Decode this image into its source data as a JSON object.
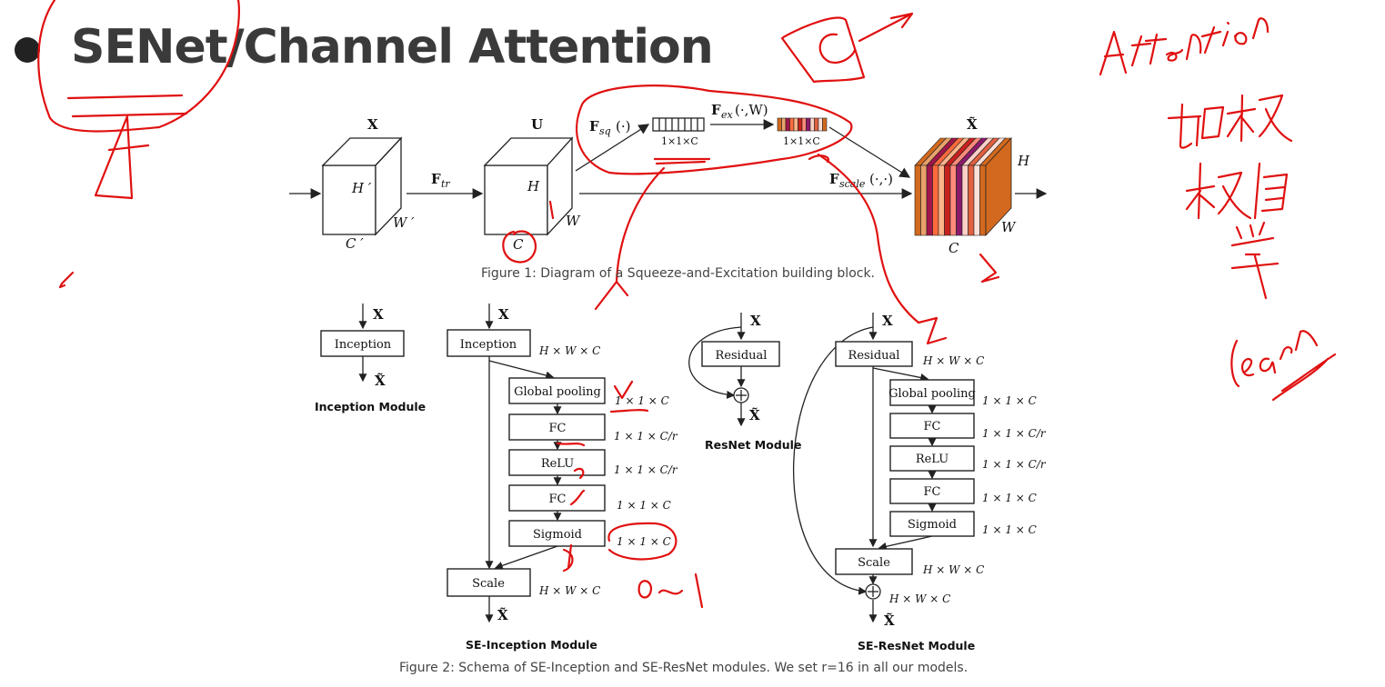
{
  "slide": {
    "bullet": "●",
    "title": "SENet/Channel Attention"
  },
  "figure1": {
    "caption": "Figure 1: Diagram of a Squeeze-and-Excitation building block.",
    "labels": {
      "x": "X",
      "u": "U",
      "x_tilde": "X̃",
      "h_prime": "H ′",
      "w_prime": "W ′",
      "c_prime": "C ′",
      "h": "H",
      "w": "W",
      "c": "C",
      "f_tr": "F",
      "f_tr_sub": "tr",
      "f_sq": "F",
      "f_sq_sub": "sq",
      "f_sq_args": "(·)",
      "f_ex": "F",
      "f_ex_sub": "ex",
      "f_ex_args": "(·,W)",
      "f_scale": "F",
      "f_scale_sub": "scale",
      "f_scale_args": "(·,·)",
      "vec_dim_1": "1×1×C",
      "vec_dim_2": "1×1×C"
    },
    "channel_colors": [
      "#d2691e",
      "#e8a26a",
      "#a0154a",
      "#ff6a3d",
      "#ffb48a",
      "#c8211d",
      "#ff8c7a",
      "#8b1a6b",
      "#ffd0c8",
      "#e06040",
      "#ffe0d8",
      "#d2691e"
    ]
  },
  "figure2": {
    "caption": "Figure 2: Schema of SE-Inception and SE-ResNet modules. We set r=16 in all our models.",
    "inception_module": {
      "label": "Inception Module",
      "block": "Inception",
      "in": "X",
      "out": "X̃"
    },
    "se_inception": {
      "label": "SE-Inception Module",
      "in": "X",
      "out": "X̃",
      "blocks": [
        "Inception",
        "Global pooling",
        "FC",
        "ReLU",
        "FC",
        "Sigmoid",
        "Scale"
      ],
      "dims": [
        "H × W × C",
        "1 × 1 × C",
        "1 × 1 × C/r",
        "1 × 1 × C/r",
        "1 × 1 × C",
        "1 × 1 × C",
        "H × W × C"
      ]
    },
    "resnet_module": {
      "label": "ResNet Module",
      "block": "Residual",
      "in": "X",
      "out": "X̃"
    },
    "se_resnet": {
      "label": "SE-ResNet Module",
      "in": "X",
      "out": "X̃",
      "blocks": [
        "Residual",
        "Global pooling",
        "FC",
        "ReLU",
        "FC",
        "Sigmoid",
        "Scale"
      ],
      "dims": [
        "H × W × C",
        "1 × 1 × C",
        "1 × 1 × C/r",
        "1 × 1 × C/r",
        "1 × 1 × C",
        "1 × 1 × C",
        "H × W × C",
        "H × W × C"
      ]
    }
  },
  "annotations": {
    "color": "#e01010",
    "handwriting": [
      "Attention",
      "加权",
      "权值",
      "学",
      "learn",
      "0~1",
      "C"
    ]
  }
}
